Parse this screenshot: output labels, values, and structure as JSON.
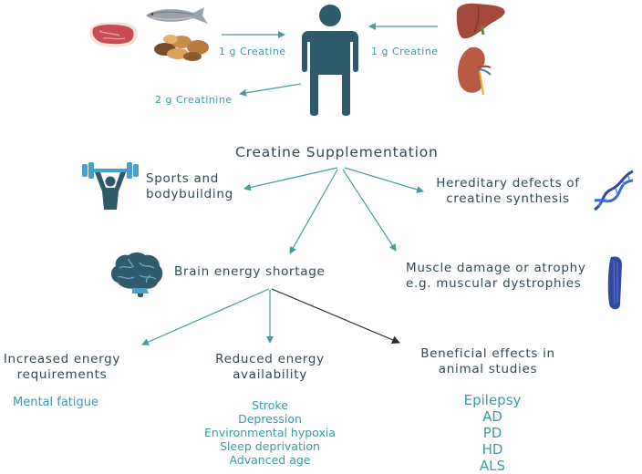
{
  "intake": {
    "left_label": "1 g Creatine",
    "right_label": "1 g Creatine",
    "excretion_label": "2 g Creatinine"
  },
  "central": {
    "title": "Creatine Supplementation"
  },
  "branches": {
    "sports": [
      "Sports and",
      "bodybuilding"
    ],
    "hereditary": [
      "Hereditary defects of",
      "creatine synthesis"
    ],
    "brain": "Brain energy shortage",
    "muscle": [
      "Muscle damage or atrophy",
      "e.g. muscular dystrophies"
    ]
  },
  "brain_children": {
    "increased": {
      "heading": [
        "Increased energy",
        "requirements"
      ],
      "items": [
        "Mental fatigue"
      ]
    },
    "reduced": {
      "heading": [
        "Reduced energy",
        "availability"
      ],
      "items": [
        "Stroke",
        "Depression",
        "Environmental hypoxia",
        "Sleep deprivation",
        "Advanced age"
      ]
    },
    "beneficial": {
      "heading": [
        "Beneficial effects in",
        "animal studies"
      ],
      "items": [
        "Epilepsy",
        "AD",
        "PD",
        "HD",
        "ALS"
      ]
    }
  },
  "colors": {
    "arrow": "#4a9a9a",
    "arrow_dark": "#3a3a3a",
    "figure": "#2f5a6c",
    "text_dark": "#2f4a55",
    "text_teal": "#3a9aa6"
  },
  "icons": [
    "meat-icon",
    "fish-icon",
    "nuts-icon",
    "person-icon",
    "liver-icon",
    "kidney-icon",
    "weightlifter-icon",
    "dna-icon",
    "brain-icon",
    "muscle-icon"
  ]
}
